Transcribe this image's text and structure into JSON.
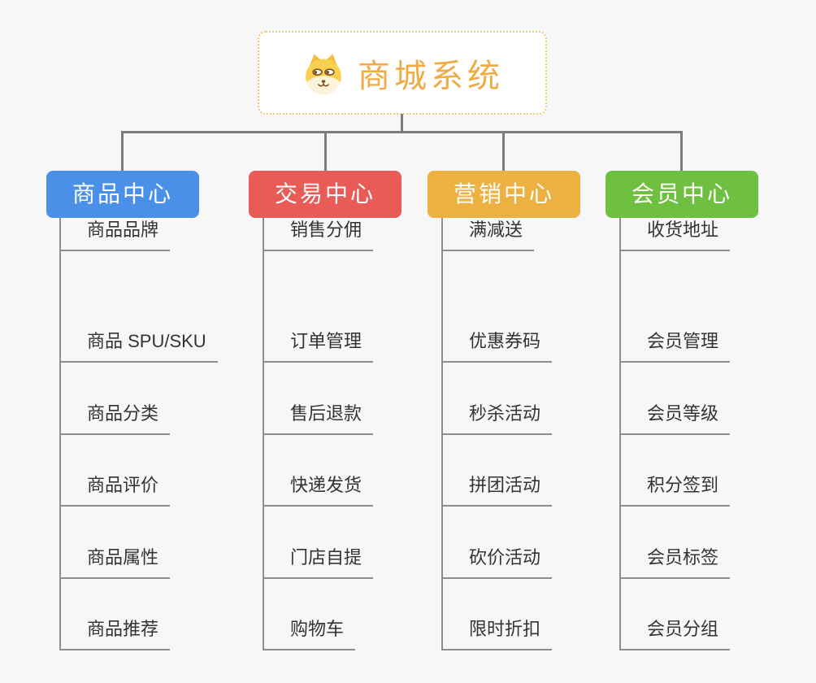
{
  "root": {
    "title": "商城系统",
    "icon": "dog-face-icon"
  },
  "branches": [
    {
      "label": "商品中心",
      "color": "#4A90E8",
      "items": [
        "商品 SPU/SKU",
        "商品分类",
        "商品评价",
        "商品属性",
        "商品推荐",
        "商品品牌"
      ]
    },
    {
      "label": "交易中心",
      "color": "#E85B56",
      "items": [
        "订单管理",
        "售后退款",
        "快递发货",
        "门店自提",
        "购物车",
        "销售分佣"
      ]
    },
    {
      "label": "营销中心",
      "color": "#ECB140",
      "items": [
        "优惠券码",
        "秒杀活动",
        "拼团活动",
        "砍价活动",
        "限时折扣",
        "满减送"
      ]
    },
    {
      "label": "会员中心",
      "color": "#6FC040",
      "items": [
        "会员管理",
        "会员等级",
        "积分签到",
        "会员标签",
        "会员分组",
        "收货地址"
      ]
    }
  ],
  "colors": {
    "background": "#F7F7F7",
    "connector_line": "#7C7C7C",
    "branch_line": "#8E8E8E",
    "root_border": "#F8C878",
    "root_title": "#F0AC43",
    "item_text": "#333333"
  }
}
